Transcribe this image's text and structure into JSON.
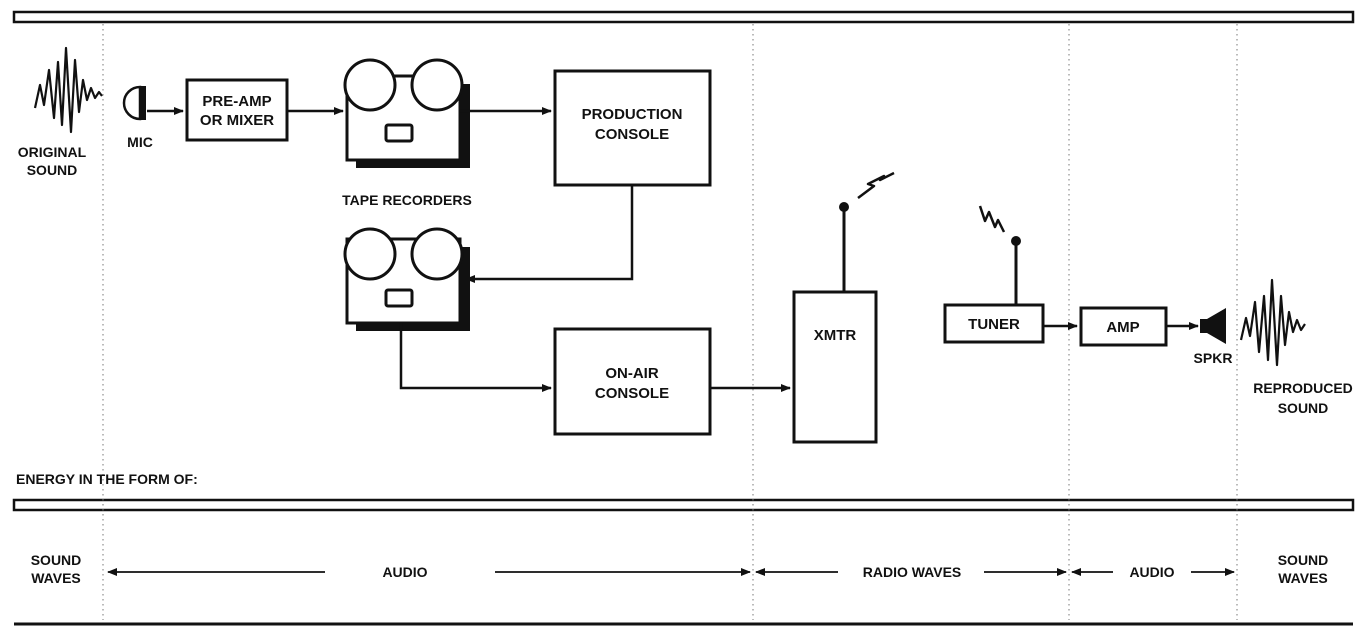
{
  "labels": {
    "original_sound_1": "ORIGINAL",
    "original_sound_2": "SOUND",
    "mic": "MIC",
    "preamp_1": "PRE-AMP",
    "preamp_2": "OR MIXER",
    "tape_recorders": "TAPE RECORDERS",
    "production_1": "PRODUCTION",
    "production_2": "CONSOLE",
    "onair_1": "ON-AIR",
    "onair_2": "CONSOLE",
    "xmtr": "XMTR",
    "tuner": "TUNER",
    "amp": "AMP",
    "spkr": "SPKR",
    "reproduced_1": "REPRODUCED",
    "reproduced_2": "SOUND"
  },
  "energy": {
    "heading": "ENERGY IN THE FORM OF:",
    "sound_waves_left_1": "SOUND",
    "sound_waves_left_2": "WAVES",
    "audio_left": "AUDIO",
    "radio_waves": "RADIO WAVES",
    "audio_right": "AUDIO",
    "sound_waves_right_1": "SOUND",
    "sound_waves_right_2": "WAVES"
  }
}
